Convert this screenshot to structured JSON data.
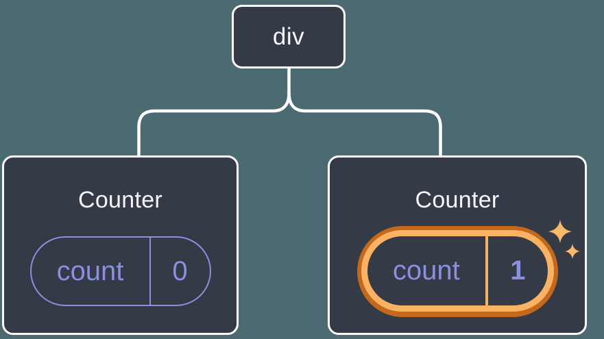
{
  "colors": {
    "canvas-bg": "#4c6a71",
    "node-bg": "#343a46",
    "node-border": "#ffffff",
    "connector": "#ffffff",
    "text-primary": "#f6f7f9",
    "state-purple": "#8a8fdf",
    "highlight-orange": "#fbb263",
    "highlight-orange-dark": "#c4691c",
    "sparkle-orange": "#f9b968"
  },
  "tree": {
    "root": {
      "label": "div"
    },
    "children": [
      {
        "title": "Counter",
        "highlighted": false,
        "state": {
          "name": "count",
          "value": "0"
        }
      },
      {
        "title": "Counter",
        "highlighted": true,
        "state": {
          "name": "count",
          "value": "1"
        }
      }
    ]
  }
}
